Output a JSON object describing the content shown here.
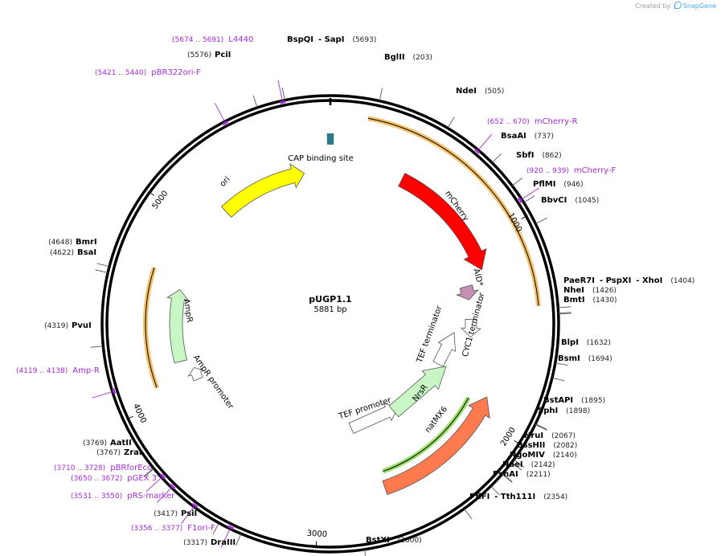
{
  "credit": {
    "prefix": "Created by",
    "brand": "SnapGene"
  },
  "plasmid": {
    "name": "pUGP1.1",
    "length_label": "5881 bp"
  },
  "ticks": [
    "1000",
    "2000",
    "3000",
    "4000",
    "5000"
  ],
  "enzymes": [
    {
      "name": "BspQI",
      "name2": "SapI",
      "pos": "(5693)"
    },
    {
      "name": "BglII",
      "pos": "(203)"
    },
    {
      "name": "NdeI",
      "pos": "(505)"
    },
    {
      "name": "BsaAI",
      "pos": "(737)"
    },
    {
      "name": "SbfI",
      "pos": "(862)"
    },
    {
      "name": "PflMI",
      "pos": "(946)"
    },
    {
      "name": "BbvCI",
      "pos": "(1045)"
    },
    {
      "name": "PaeR7I",
      "name2": "PspXI",
      "name3": "XhoI",
      "pos": "(1404)"
    },
    {
      "name": "NheI",
      "pos": "(1426)"
    },
    {
      "name": "BmtI",
      "pos": "(1430)"
    },
    {
      "name": "BlpI",
      "pos": "(1632)"
    },
    {
      "name": "BsmI",
      "pos": "(1694)"
    },
    {
      "name": "BstAPI",
      "pos": "(1895)"
    },
    {
      "name": "SphI",
      "pos": "(1898)"
    },
    {
      "name": "NruI",
      "pos": "(2067)"
    },
    {
      "name": "BssHII",
      "pos": "(2082)"
    },
    {
      "name": "NgoMIV",
      "pos": "(2140)"
    },
    {
      "name": "NaeI",
      "pos": "(2142)"
    },
    {
      "name": "PshAI",
      "pos": "(2211)"
    },
    {
      "name": "PflFI",
      "name2": "Tth111I",
      "pos": "(2354)"
    },
    {
      "name": "BstXI",
      "pos": "(2800)"
    },
    {
      "name": "DraIII",
      "pos": "(3317)"
    },
    {
      "name": "PsiI",
      "pos": "(3417)"
    },
    {
      "name": "ZraI",
      "pos": "(3767)"
    },
    {
      "name": "AatII",
      "pos": "(3769)"
    },
    {
      "name": "PvuI",
      "pos": "(4319)"
    },
    {
      "name": "BsaI",
      "pos": "(4622)"
    },
    {
      "name": "BmrI",
      "pos": "(4648)"
    },
    {
      "name": "PciI",
      "pos": "(5576)"
    }
  ],
  "primers": [
    {
      "name": "L4440",
      "range": "(5674 .. 5691)"
    },
    {
      "name": "pBR322ori-F",
      "range": "(5421 .. 5440)"
    },
    {
      "name": "mCherry-R",
      "range": "(652 .. 670)"
    },
    {
      "name": "mCherry-F",
      "range": "(920 .. 939)"
    },
    {
      "name": "Amp-R",
      "range": "(4119 .. 4138)"
    },
    {
      "name": "pBRforEco",
      "range": "(3710 .. 3728)"
    },
    {
      "name": "pGEX 3'",
      "range": "(3650 .. 3672)"
    },
    {
      "name": "pRS-marker",
      "range": "(3531 .. 3550)"
    },
    {
      "name": "F1ori-F",
      "range": "(3356 .. 3377)"
    }
  ],
  "features": [
    {
      "name": "CAP binding site",
      "color": "#2a7a86"
    },
    {
      "name": "ori",
      "color": "#ffff00"
    },
    {
      "name": "mCherry",
      "color": "#ff0000"
    },
    {
      "name": "AID*",
      "color": "#c48fb0"
    },
    {
      "name": "CYC1 terminator",
      "color": "#ffffff"
    },
    {
      "name": "TEF terminator",
      "color": "#ffffff"
    },
    {
      "name": "NrsR",
      "color": "#c8f7c5"
    },
    {
      "name": "TEF promoter",
      "color": "#ffffff"
    },
    {
      "name": "natMX6",
      "color": "#ff7b4f"
    },
    {
      "name": "AmpR",
      "color": "#c8f7c5"
    },
    {
      "name": "AmpR promoter",
      "color": "#ffffff"
    }
  ],
  "colors": {
    "backbone": "#000000",
    "primer": "#a52bd6",
    "orf_highlight": "#f5c26b",
    "natmx_highlight": "#9be06a"
  }
}
